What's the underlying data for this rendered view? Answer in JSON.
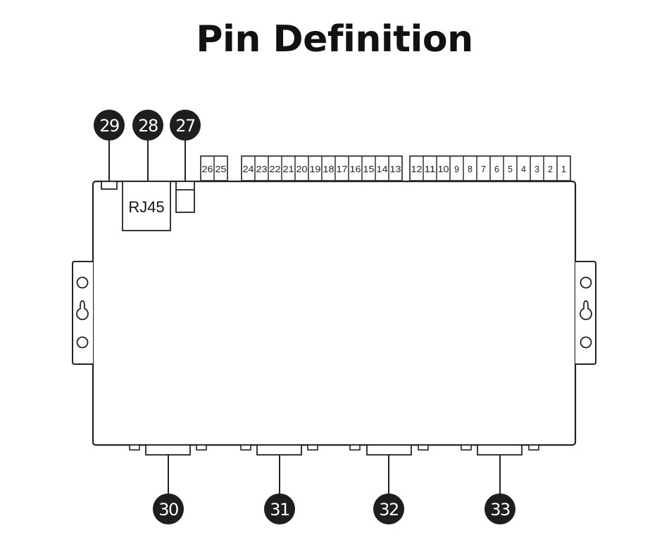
{
  "title": "Pin Definition",
  "rj45_label": "RJ45",
  "colors": {
    "stroke": "#222222",
    "callout_fill": "#1e1e1e",
    "callout_text": "#ffffff"
  },
  "terminal_groups": [
    [
      "26",
      "25"
    ],
    [
      "24",
      "23",
      "22",
      "21",
      "20",
      "19",
      "18",
      "17",
      "16",
      "15",
      "14",
      "13"
    ],
    [
      "12",
      "11",
      "10",
      "9",
      "8",
      "7",
      "6",
      "5",
      "4",
      "3",
      "2",
      "1"
    ]
  ],
  "top_callouts": [
    "29",
    "28",
    "27"
  ],
  "bottom_callouts": [
    "30",
    "31",
    "32",
    "33"
  ]
}
